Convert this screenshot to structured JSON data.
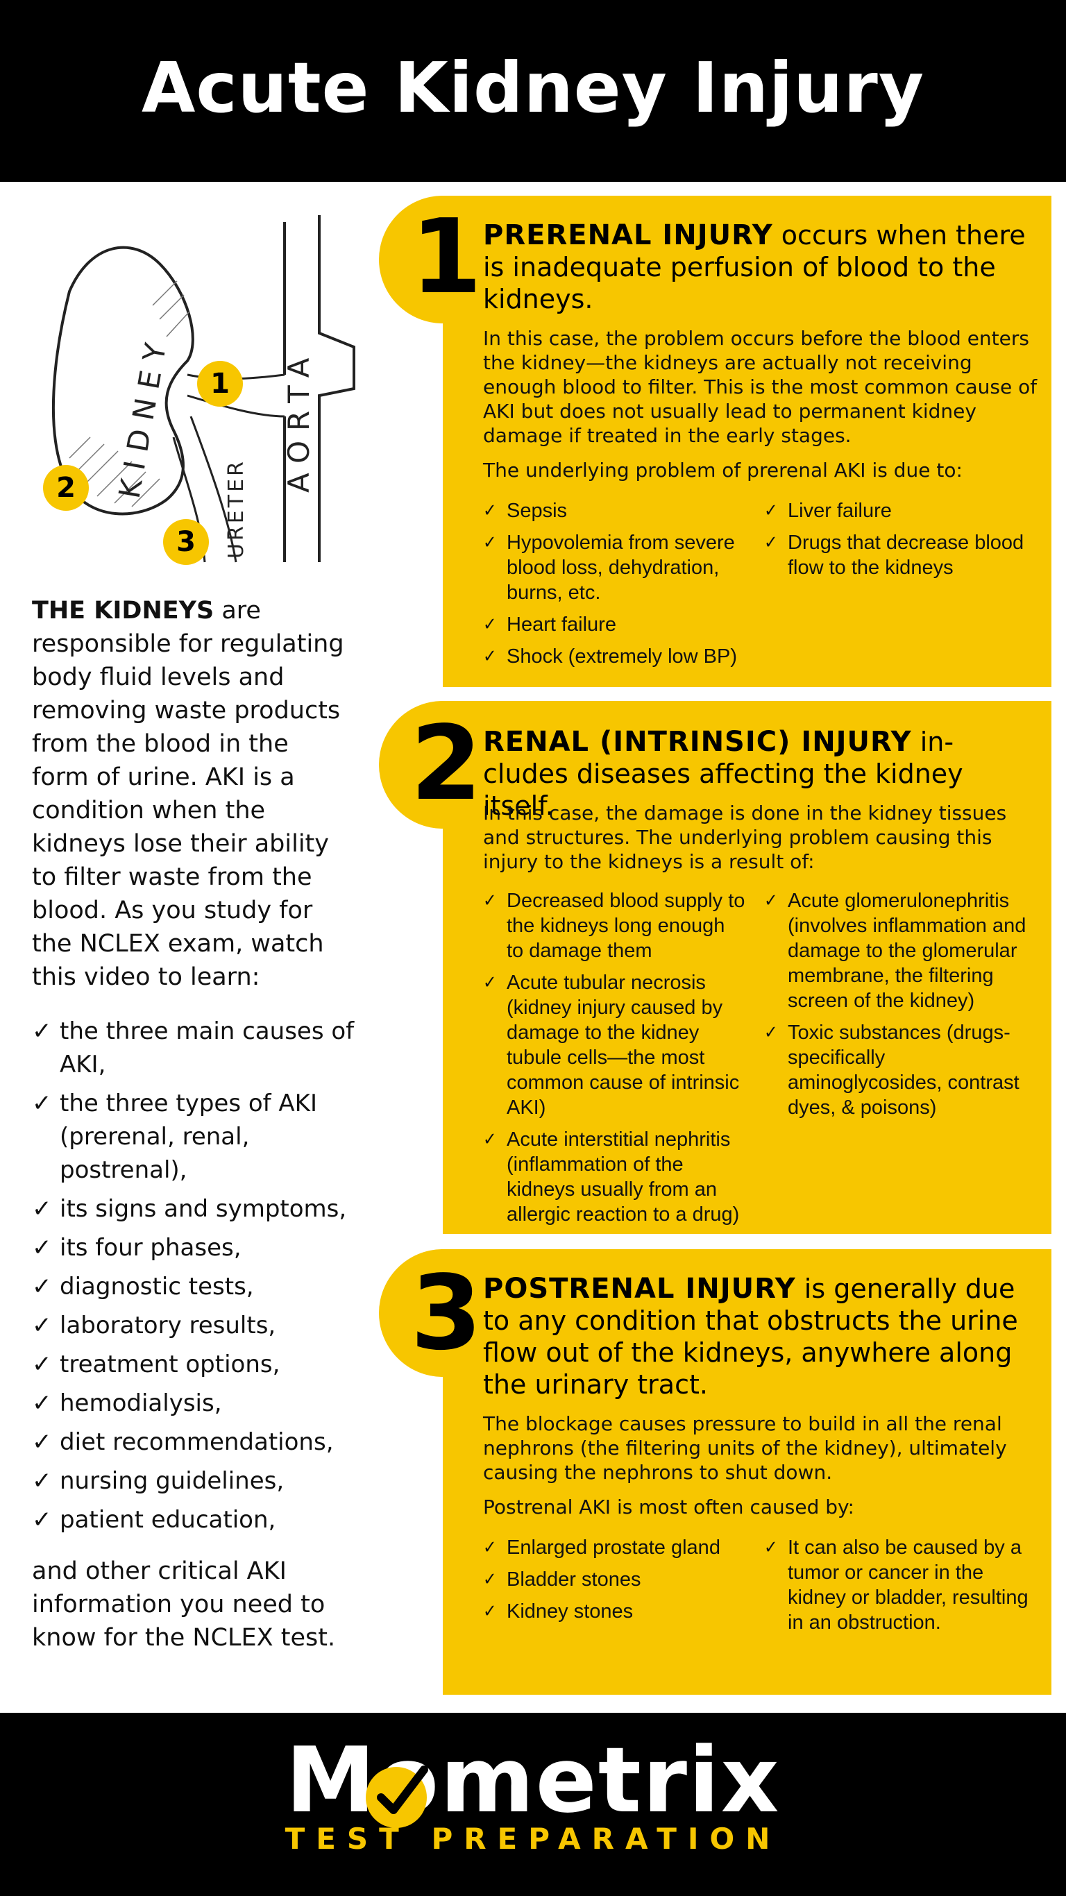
{
  "title": "Acute Kidney Injury",
  "illustration": {
    "labels": [
      "KIDNEY",
      "AORTA",
      "URETER"
    ],
    "badges": [
      "1",
      "2",
      "3"
    ]
  },
  "intro": {
    "bold": "THE KIDNEYS",
    "text": " are responsible for regulating body fluid levels and removing waste products from the blood in the form of urine. AKI is a condition when the kidneys lose their ability to filter waste from the blood. As you study for the NCLEX exam, watch this video to learn:"
  },
  "learn_list": [
    "the three main causes of AKI,",
    "the three types of AKI (prerenal, renal, postrenal),",
    "its signs and symptoms,",
    "its four phases,",
    "diagnostic tests,",
    "laboratory results,",
    "treatment options,",
    "hemodialysis,",
    "diet recommendations,",
    "nursing guidelines,",
    "patient education,"
  ],
  "outro": "and other critical AKI information you need to know for the NCLEX test.",
  "check_glyph": "✓",
  "panels": [
    {
      "number": "1",
      "title_bold": "PRERENAL INJURY",
      "title_rest": " occurs when there is inadequate perfusion of blood to the kidneys.",
      "body": "In this case, the problem occurs before the blood enters the kidney—the kidneys are actually not receiving enough blood to filter. This is the most common cause of AKI but does not usually lead to permanent kidney damage if treated in the early stages.",
      "lead": "The underlying problem of prerenal AKI is due to:",
      "left_items": [
        "Sepsis",
        "Hypovolemia from severe blood loss, dehydration, burns, etc.",
        "Heart failure",
        "Shock (extremely low BP)"
      ],
      "right_items": [
        "Liver failure",
        "Drugs that decrease blood flow to the kidneys"
      ]
    },
    {
      "number": "2",
      "title_bold": "RENAL (INTRINSIC) INJURY",
      "title_rest": " in-cludes diseases affecting the kidney itself.",
      "body": "In this case, the damage is done in the kidney tissues and structures. The underlying problem causing this injury to the kidneys is a result of:",
      "lead": "",
      "left_items": [
        "Decreased blood supply to the kidneys long enough to damage them",
        "Acute tubular necrosis (kidney injury caused by damage to the kidney tubule cells—the most common cause of intrinsic AKI)",
        "Acute interstitial nephritis (inflammation of the kidneys usually from an allergic reaction to a drug)"
      ],
      "right_items": [
        "Acute glomerulonephritis (involves inflammation and damage to the glomerular membrane, the filtering screen of the kidney)",
        "Toxic substances (drugs-specifically aminoglycosides, contrast dyes, & poisons)"
      ]
    },
    {
      "number": "3",
      "title_bold": "POSTRENAL INJURY",
      "title_rest": " is generally due to any condition that obstructs the urine flow out of the kidneys, anywhere along the urinary tract.",
      "body": "The blockage causes pressure to build in all the renal nephrons (the filtering units of the kidney), ultimately causing the nephrons to shut down.",
      "lead": "Postrenal AKI is most often caused by:",
      "left_items": [
        "Enlarged prostate gland",
        "Bladder stones",
        "Kidney stones"
      ],
      "right_items": [
        "It can also be caused by a tumor or cancer in the kidney or bladder, resulting in an obstruction."
      ]
    }
  ],
  "footer": {
    "brand": "Mometrix",
    "tagline": "TEST PREPARATION"
  },
  "colors": {
    "accent": "#f7c600",
    "dark": "#000000"
  }
}
